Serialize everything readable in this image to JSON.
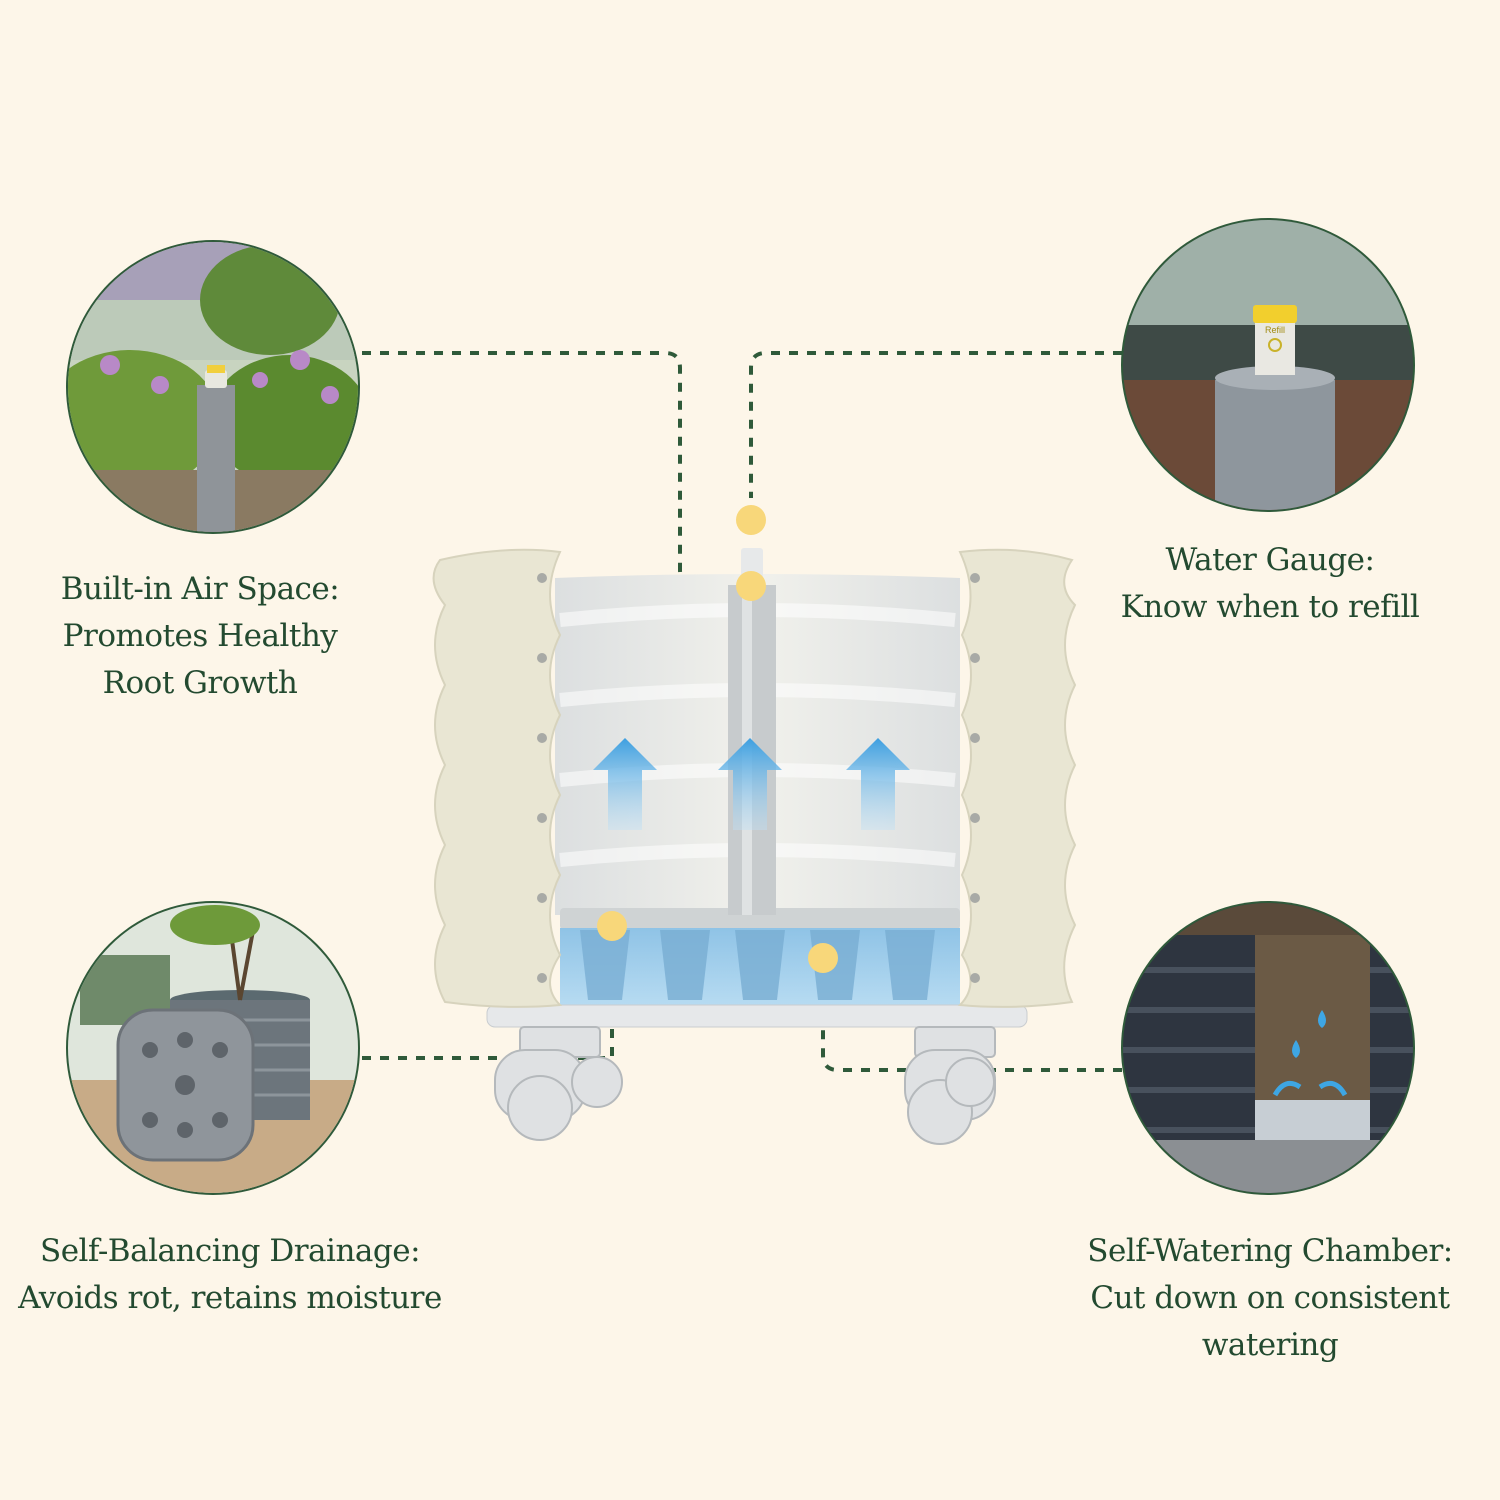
{
  "colors": {
    "background": "#fdf6e9",
    "caption_text": "#234a30",
    "callout_line": "#2f5a3a",
    "marker_dot": "#f8d77a",
    "bed_panel": "#e9e6d3",
    "water": "#9fc9e6",
    "arrow": "#4aa7e2"
  },
  "callouts": {
    "air_space": {
      "title": "Built-in Air Space:",
      "lines": [
        "Promotes Healthy",
        "Root Growth"
      ],
      "photo_icon": "sprinkler-pipe-in-garden-photo"
    },
    "water_gauge": {
      "title": "Water Gauge:",
      "lines": [
        "Know when to refill"
      ],
      "photo_icon": "water-gauge-refill-photo",
      "gauge_label": "Refill"
    },
    "drainage": {
      "title": "Self-Balancing Drainage:",
      "lines": [
        "Avoids rot, retains moisture"
      ],
      "photo_icon": "drainage-base-plate-photo"
    },
    "chamber": {
      "title": "Self-Watering Chamber:",
      "lines": [
        "Cut down on consistent",
        "watering"
      ],
      "photo_icon": "soil-cross-section-photo"
    }
  }
}
